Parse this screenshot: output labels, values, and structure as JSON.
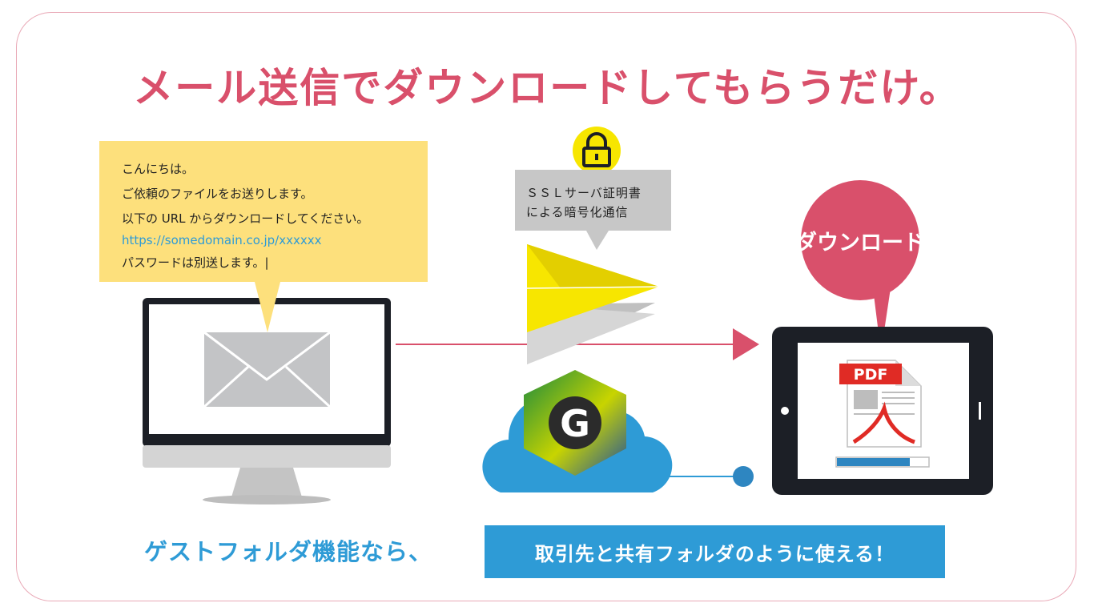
{
  "headline": "メール送信でダウンロードしてもらうだけ。",
  "mail_message": {
    "line1": "こんにちは。",
    "line2": "ご依頼のファイルをお送りします。",
    "line3": "以下の URL からダウンロードしてください。",
    "url": "https://somedomain.co.jp/xxxxxx",
    "line5": "パスワードは別送します。|"
  },
  "ssl": {
    "line1": "ＳＳＬサーバ証明書",
    "line2": "による暗号化通信"
  },
  "download_label": "ダウンロード",
  "pdf_label": "PDF",
  "logo_letter": "G",
  "tagline_left": "ゲストフォルダ機能なら、",
  "tagline_right": "取引先と共有フォルダのように使える！",
  "download_progress": 0.8,
  "colors": {
    "accent_pink": "#d9506b",
    "accent_blue": "#2e9bd6",
    "bubble_yellow": "#fde07c",
    "plane_yellow": "#f7e600"
  },
  "icons": [
    "envelope-icon",
    "lock-icon",
    "paper-plane-icon",
    "cloud-icon",
    "pdf-file-icon"
  ]
}
